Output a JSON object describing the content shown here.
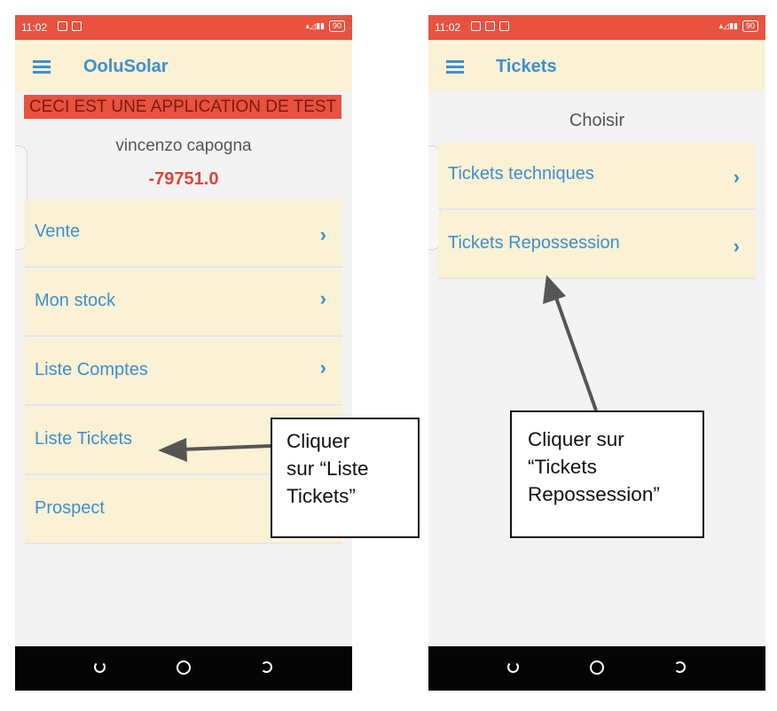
{
  "status_bar": {
    "time": "11:02",
    "battery": "90"
  },
  "left_screen": {
    "app_title": "OoluSolar",
    "warning_banner": "CECI EST UNE APPLICATION DE TEST",
    "user_name": "vincenzo capogna",
    "balance": "-79751.0",
    "menu": [
      {
        "label": "Vente",
        "chevron": "›"
      },
      {
        "label": "Mon stock",
        "chevron": "›"
      },
      {
        "label": "Liste Comptes",
        "chevron": "›"
      },
      {
        "label": "Liste Tickets",
        "chevron": ""
      },
      {
        "label": "Prospect",
        "chevron": ""
      }
    ]
  },
  "right_screen": {
    "app_title": "Tickets",
    "heading": "Choisir",
    "menu": [
      {
        "label": "Tickets techniques",
        "chevron": "›"
      },
      {
        "label": "Tickets Repossession",
        "chevron": "›"
      }
    ]
  },
  "annotations": {
    "left_callout": [
      "Cliquer",
      "sur “Liste",
      "Tickets”"
    ],
    "right_callout": [
      "Cliquer sur",
      "“Tickets",
      "Repossession”"
    ]
  },
  "icons": {
    "menu": "hamburger-icon",
    "chevron": "chevron-right-icon",
    "nav_back": "back-icon",
    "nav_home": "home-icon",
    "nav_recent": "recent-apps-icon"
  },
  "colors": {
    "status_bar": "#e8523f",
    "app_bar": "#fbf1d4",
    "accent": "#3d8fd0",
    "balance": "#d9473a",
    "arrow": "#555555"
  }
}
